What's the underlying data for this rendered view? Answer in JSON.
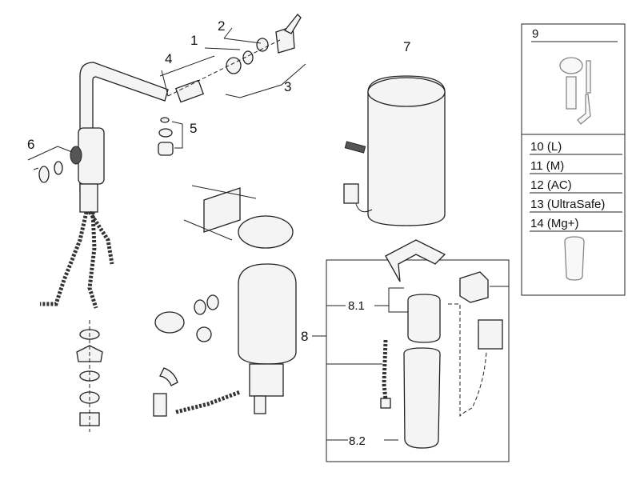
{
  "labels": {
    "p1": "1",
    "p2": "2",
    "p3": "3",
    "p4": "4",
    "p5": "5",
    "p6": "6",
    "p7": "7",
    "p8": "8",
    "p8_1": "8.1",
    "p8_2": "8.2"
  },
  "side_panel": {
    "header": "9",
    "items": [
      "10 (L)",
      "11 (M)",
      "12 (AC)",
      "13 (UltraSafe)",
      "14 (Mg+)"
    ]
  }
}
